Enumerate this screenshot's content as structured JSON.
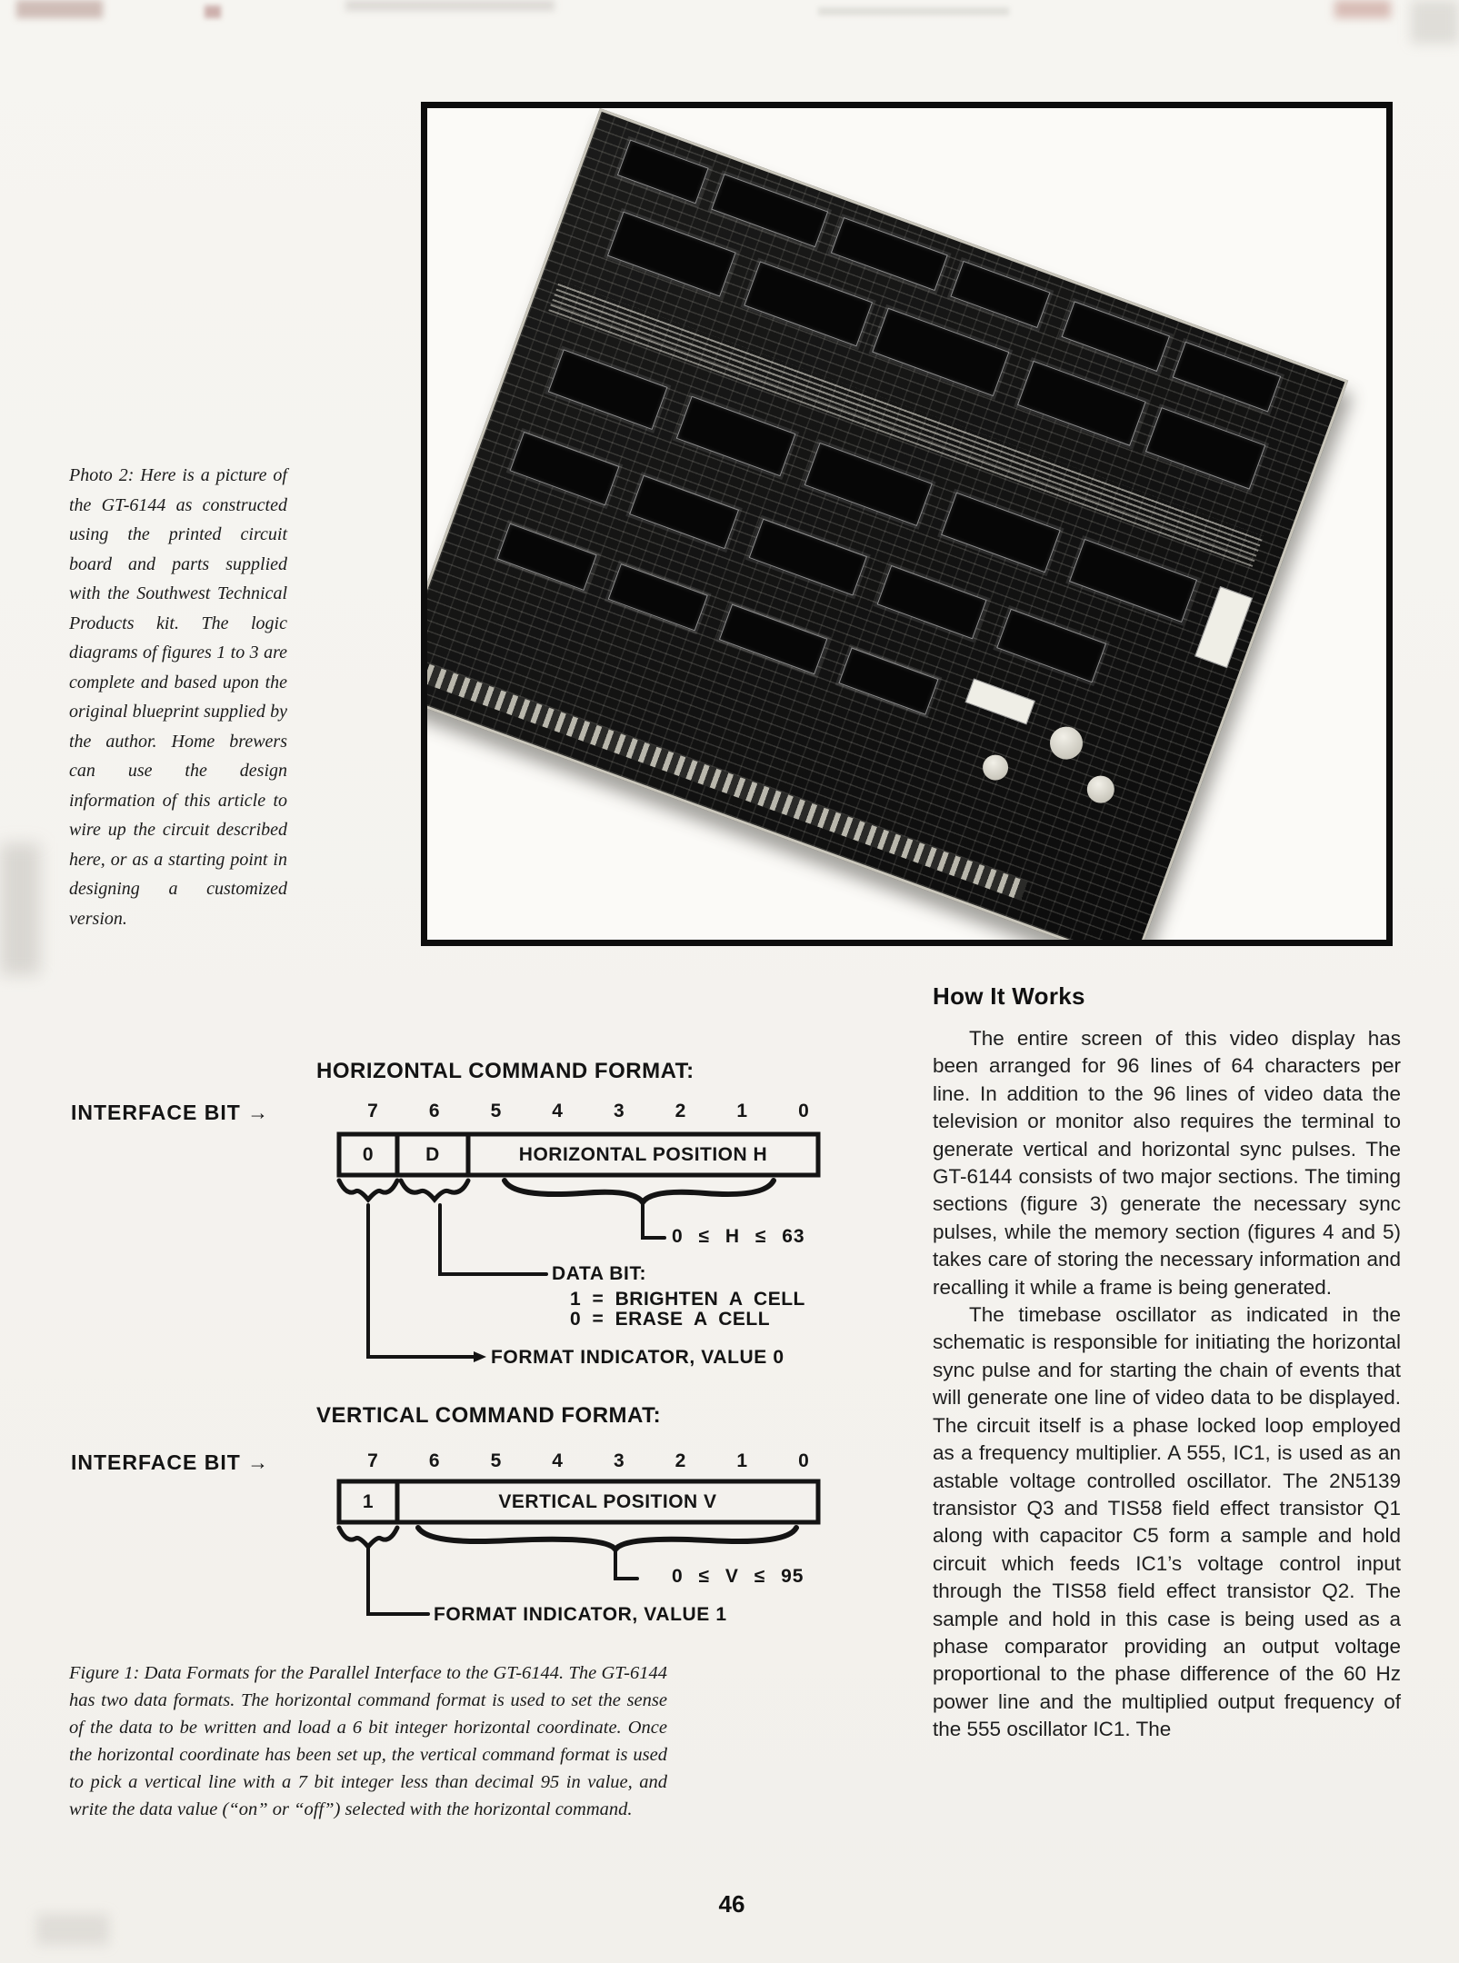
{
  "page": {
    "number": "46"
  },
  "photo2": {
    "caption": "Photo 2: Here is a picture of the GT-6144 as constructed using the printed circuit board and parts supplied with the Southwest Technical Products kit. The logic diagrams of figures 1 to 3 are complete and based upon the original blueprint supplied by the author. Home brewers can use the design information of this article to wire up the circuit described here, or as a starting point in designing a customized version."
  },
  "figure1": {
    "interface_bit_label": "INTERFACE BIT →",
    "bits": [
      "7",
      "6",
      "5",
      "4",
      "3",
      "2",
      "1",
      "0"
    ],
    "horizontal": {
      "title": "HORIZONTAL COMMAND FORMAT:",
      "cell_format": "0",
      "cell_data": "D",
      "cell_position": "HORIZONTAL POSITION H",
      "range_label": "0 ≤ H ≤ 63",
      "data_bit_heading": "DATA BIT:",
      "data_bit_one": "1 = BRIGHTEN A CELL",
      "data_bit_zero": "0 = ERASE A CELL",
      "format_indicator_label": "FORMAT INDICATOR, VALUE 0"
    },
    "vertical": {
      "title": "VERTICAL COMMAND FORMAT:",
      "cell_format": "1",
      "cell_position": "VERTICAL POSITION V",
      "range_label": "0 ≤ V ≤ 95",
      "format_indicator_label": "FORMAT INDICATOR, VALUE 1"
    },
    "caption": "Figure 1: Data Formats for the Parallel Interface to the GT-6144. The GT-6144 has two data formats. The horizontal command format is used to set the sense of the data to be written and load a 6 bit integer horizontal coordinate. Once the horizontal coordinate has been set up, the vertical command format is used to pick a vertical line with a 7 bit integer less than decimal 95 in value, and write the data value (“on” or “off”) selected with the horizontal command."
  },
  "article": {
    "heading": "How It Works",
    "paragraphs": [
      "The entire screen of this video display has been arranged for 96 lines of 64 characters per line. In addition to the 96 lines of video data the television or monitor also requires the terminal to generate vertical and horizontal sync pulses. The GT-6144 consists of two major sections. The timing sections (figure 3) generate the necessary sync pulses, while the memory section (figures 4 and 5) takes care of storing the necessary information and recalling it while a frame is being generated.",
      "The timebase oscillator as indicated in the schematic is responsible for initiating the horizontal sync pulse and for starting the chain of events that will generate one line of video data to be displayed. The circuit itself is a phase locked loop employed as a frequency multiplier. A 555, IC1, is used as an astable voltage controlled oscillator. The 2N5139 transistor Q3 and TIS58 field effect transistor Q1 along with capacitor C5 form a sample and hold circuit which feeds IC1’s voltage control input through the TIS58 field effect transistor Q2. The sample and hold in this case is being used as a phase comparator providing an output voltage proportional to the phase difference of the 60 Hz power line and the multiplied output frequency of the 555 oscillator IC1. The"
    ]
  }
}
